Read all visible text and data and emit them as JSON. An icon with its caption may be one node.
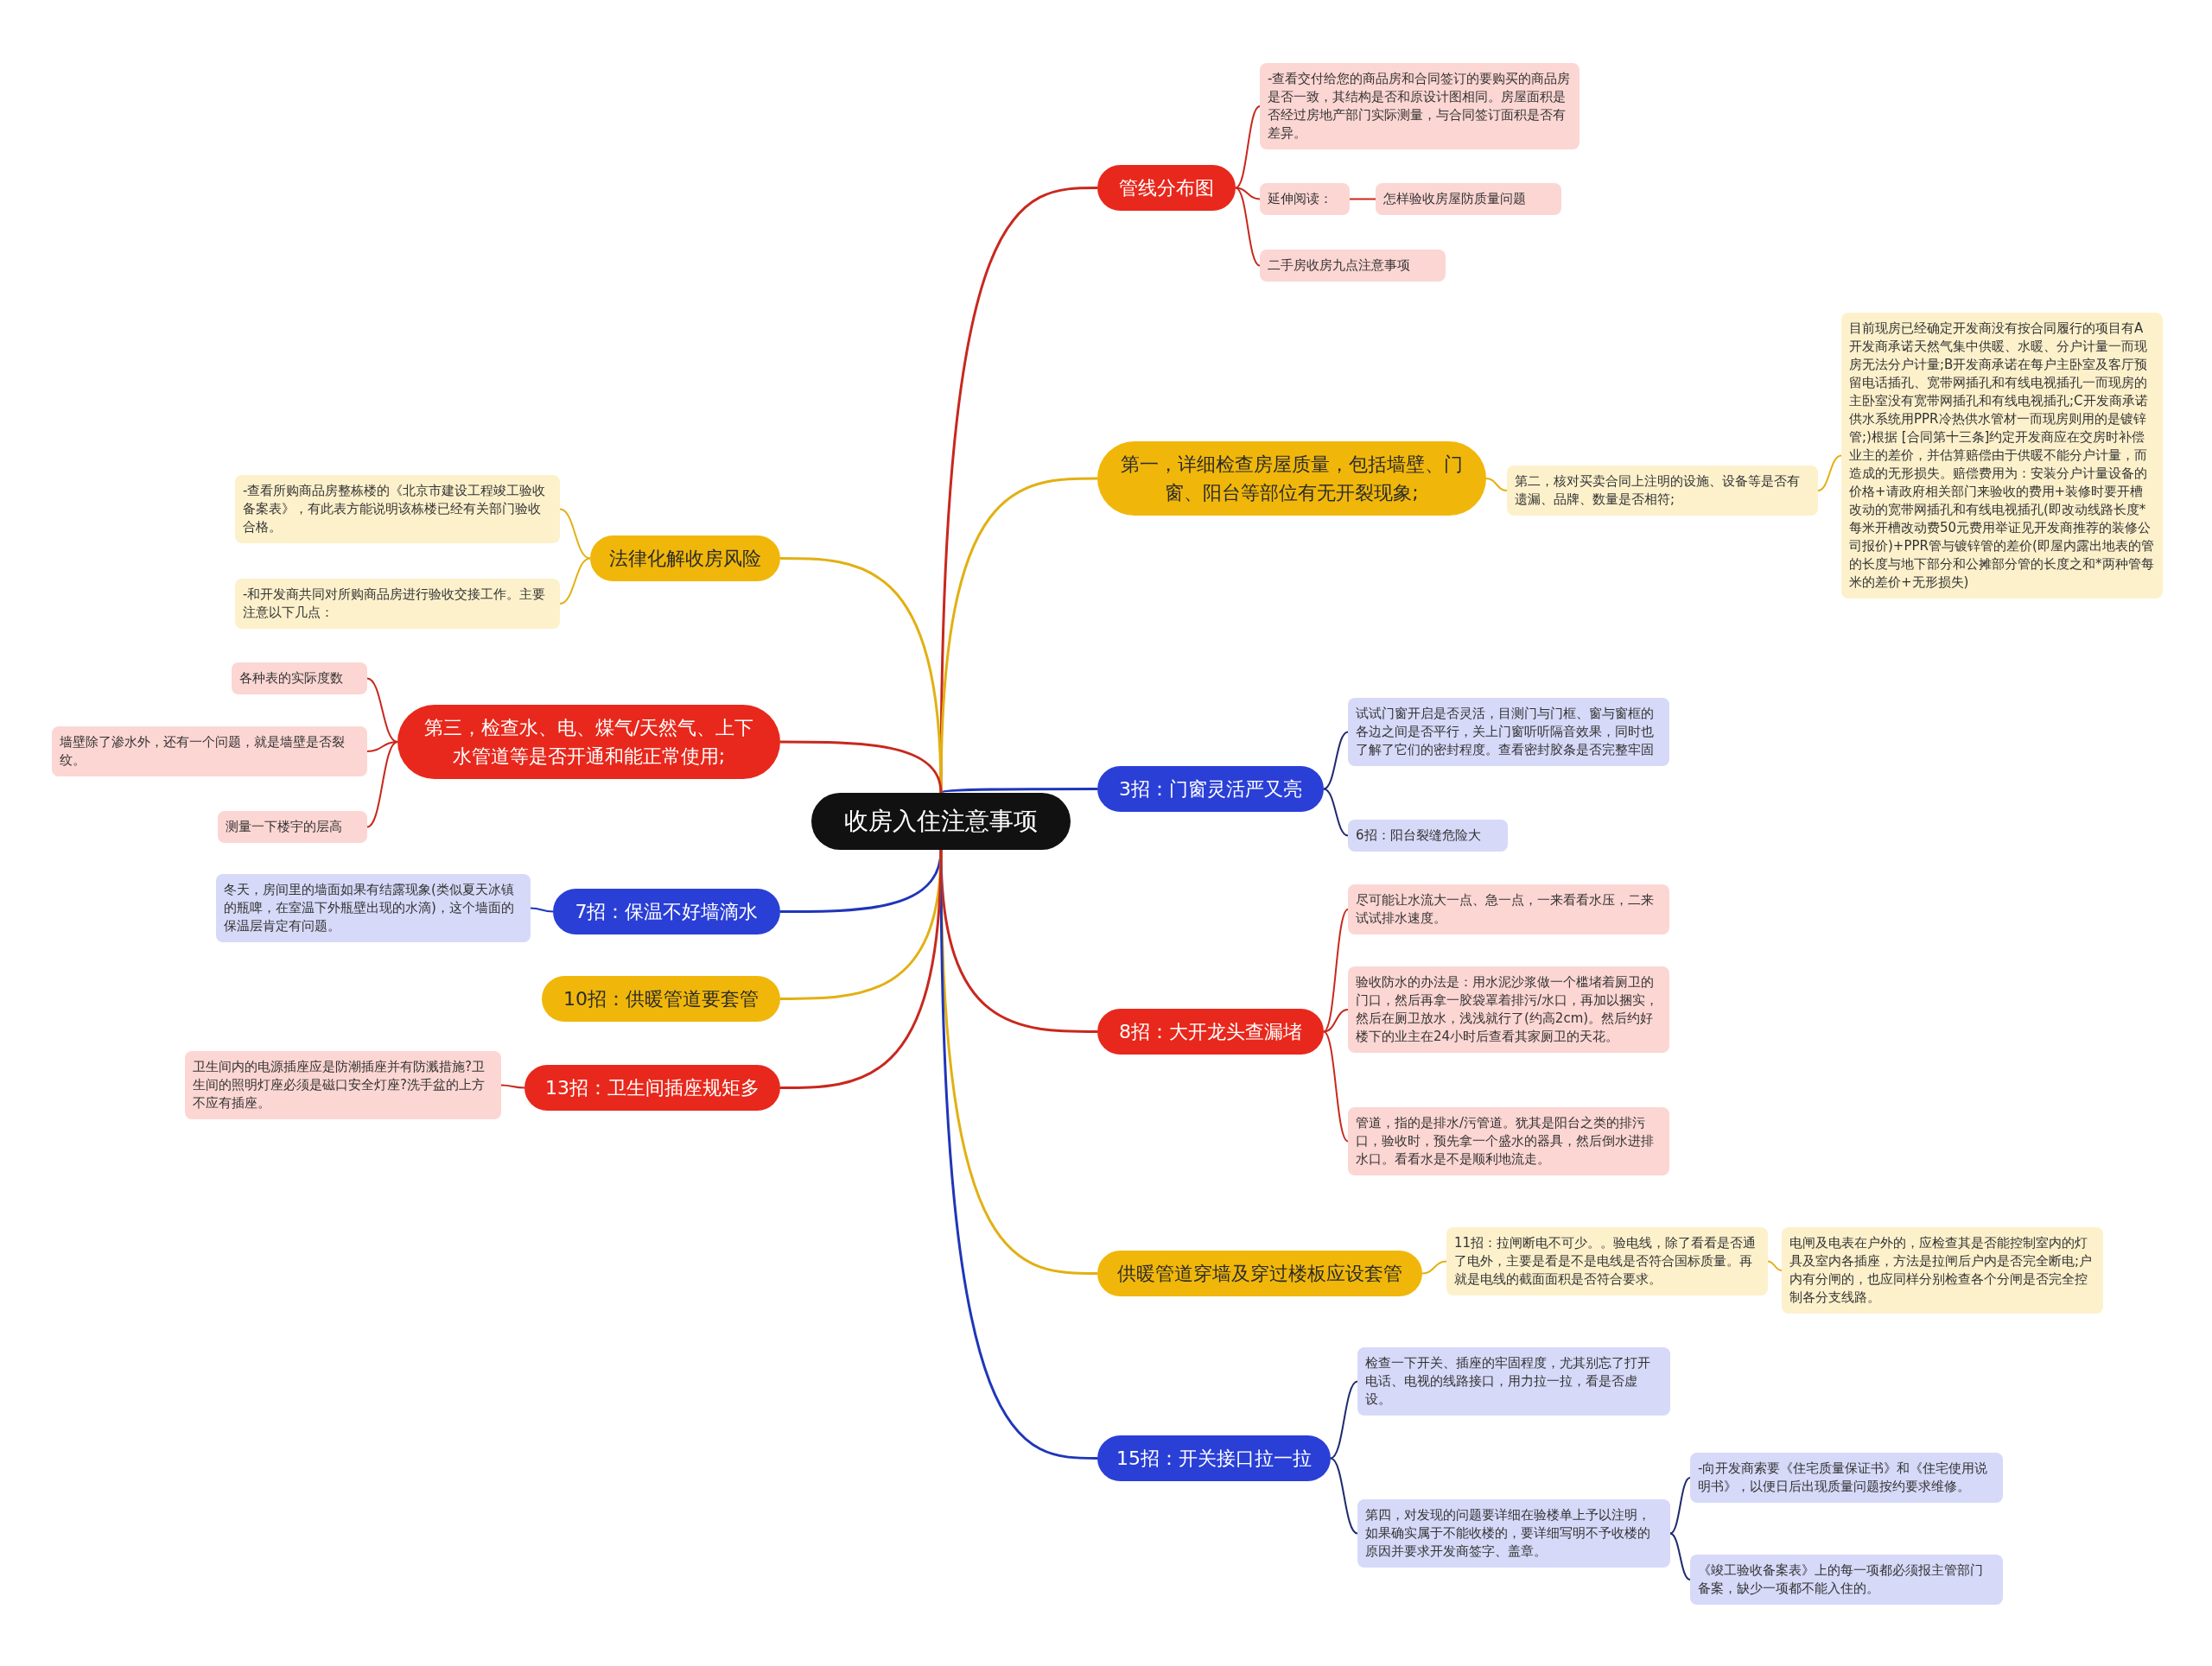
{
  "diagram": {
    "nodes": [
      {
        "text": [
          "收房入住注意事项"
        ]
      },
      {
        "text": [
          "管线分布图"
        ]
      },
      {
        "text": [
          "-查看交付给您的商品房和合同签订的要购买的商品房是否一致，其结构是否和原设计图相同。房屋面积是否经过房地产部门实际测量，与合同签订面积是否有差异。"
        ]
      },
      {
        "text": [
          "延伸阅读："
        ]
      },
      {
        "text": [
          "怎样验收房屋防质量问题"
        ]
      },
      {
        "text": [
          "二手房收房九点注意事项"
        ]
      },
      {
        "text": [
          "第一，详细检查房屋质量，包括墙壁、门窗、阳台等部位有无开裂现象;"
        ]
      },
      {
        "text": [
          "第二，核对买卖合同上注明的设施、设备等是否有遗漏、品牌、数量是否相符;"
        ]
      },
      {
        "text": [
          "目前现房已经确定开发商没有按合同履行的项目有A开发商承诺天然气集中供暖、水暖、分户计量一而现房无法分户计量;B开发商承诺在每户主卧室及客厅预留电话插孔、宽带网插孔和有线电视插孔一而现房的主卧室没有宽带网插孔和有线电视插孔;C开发商承诺供水系统用PPR冷热供水管材一而现房则用的是镀锌管;)根据 [合同第十三条]约定开发商应在交房时补偿业主的差价，并估算赔偿由于供暖不能分户计量，而造成的无形损失。赔偿费用为：安装分户计量设备的价格+请政府相关部门来验收的费用+装修时要开槽改动的宽带网插孔和有线电视插孔(即改动线路长度*每米开槽改动费50元费用举证见开发商推荐的装修公司报价)+PPR管与镀锌管的差价(即屋内露出地表的管的长度与地下部分和公摊部分管的长度之和*两种管每米的差价+无形损失)"
        ]
      },
      {
        "text": [
          "3招：门窗灵活严又亮"
        ]
      },
      {
        "text": [
          "试试门窗开启是否灵活，目测门与门框、窗与窗框的各边之间是否平行，关上门窗听听隔音效果，同时也了解了它们的密封程度。查看密封胶条是否完整牢固"
        ]
      },
      {
        "text": [
          "6招：阳台裂缝危险大"
        ]
      },
      {
        "text": [
          "8招：大开龙头查漏堵"
        ]
      },
      {
        "text": [
          "尽可能让水流大一点、急一点，一来看看水压，二来试试排水速度。"
        ]
      },
      {
        "text": [
          "验收防水的办法是：用水泥沙浆做一个槛堵着厕卫的门口，然后再拿一胶袋罩着排污/水口，再加以捆实，然后在厕卫放水，浅浅就行了(约高2cm)。然后约好楼下的业主在24小时后查看其家厕卫的天花。"
        ]
      },
      {
        "text": [
          "管道，指的是排水/污管道。犹其是阳台之类的排污口，验收时，预先拿一个盛水的器具，然后倒水进排水口。看看水是不是顺利地流走。"
        ]
      },
      {
        "text": [
          "供暖管道穿墙及穿过楼板应设套管"
        ]
      },
      {
        "text": [
          "11招：拉闸断电不可少。。验电线，除了看看是否通了电外，主要是看是不是电线是否符合国标质量。再就是电线的截面面积是否符合要求。"
        ]
      },
      {
        "text": [
          "电闸及电表在户外的，应检查其是否能控制室内的灯具及室内各插座，方法是拉闸后户内是否完全断电;户内有分闸的，也应同样分别检查各个分闸是否完全控制各分支线路。"
        ]
      },
      {
        "text": [
          "15招：开关接口拉一拉"
        ]
      },
      {
        "text": [
          "检查一下开关、插座的牢固程度，尤其别忘了打开电话、电视的线路接口，用力拉一拉，看是否虚设。"
        ]
      },
      {
        "text": [
          "第四，对发现的问题要详细在验楼单上予以注明，如果确实属于不能收楼的，要详细写明不予收楼的原因并要求开发商签字、盖章。"
        ]
      },
      {
        "text": [
          "-向开发商索要《住宅质量保证书》和《住宅使用说明书》，以便日后出现质量问题按约要求维修。"
        ]
      },
      {
        "text": [
          "《竣工验收备案表》上的每一项都必须报主管部门备案，缺少一项都不能入住的。"
        ]
      },
      {
        "text": [
          "法律化解收房风险"
        ]
      },
      {
        "text": [
          "-查看所购商品房整栋楼的《北京市建设工程竣工验收备案表》，有此表方能说明该栋楼已经有关部门验收合格。"
        ]
      },
      {
        "text": [
          "-和开发商共同对所购商品房进行验收交接工作。主要注意以下几点："
        ]
      },
      {
        "text": [
          "第三，检查水、电、煤气/天然气、上下水管道等是否开通和能正常使用;"
        ]
      },
      {
        "text": [
          "各种表的实际度数"
        ]
      },
      {
        "text": [
          "墙壁除了渗水外，还有一个问题，就是墙壁是否裂纹。"
        ]
      },
      {
        "text": [
          "测量一下楼宇的层高"
        ]
      },
      {
        "text": [
          "7招：保温不好墙滴水"
        ]
      },
      {
        "text": [
          "冬天，房间里的墙面如果有结露现象(类似夏天冰镇的瓶啤，在室温下外瓶壁出现的水滴)，这个墙面的保温层肯定有问题。"
        ]
      },
      {
        "text": [
          "10招：供暖管道要套管"
        ]
      },
      {
        "text": [
          "13招：卫生间插座规矩多"
        ]
      },
      {
        "text": [
          "卫生间内的电源插座应是防潮插座并有防溅措施?卫生间的照明灯座必须是磁口安全灯座?洗手盆的上方不应有插座。"
        ]
      }
    ],
    "edges": [
      {
        "from": 0,
        "to": 1,
        "arrow": "none",
        "color": "#c8281e"
      },
      {
        "from": 1,
        "to": 2,
        "arrow": "none",
        "color": "#c8281e"
      },
      {
        "from": 1,
        "to": 3,
        "arrow": "none",
        "color": "#c8281e"
      },
      {
        "from": 3,
        "to": 4,
        "arrow": "none",
        "color": "#c8281e"
      },
      {
        "from": 1,
        "to": 5,
        "arrow": "none",
        "color": "#c8281e"
      },
      {
        "from": 0,
        "to": 6,
        "arrow": "none",
        "color": "#e2b012"
      },
      {
        "from": 6,
        "to": 7,
        "arrow": "none",
        "color": "#e2b012"
      },
      {
        "from": 7,
        "to": 8,
        "arrow": "none",
        "color": "#e2b012"
      },
      {
        "from": 0,
        "to": 9,
        "arrow": "none",
        "color": "#1f36b8"
      },
      {
        "from": 9,
        "to": 10,
        "arrow": "none",
        "color": "#1e2a6e"
      },
      {
        "from": 9,
        "to": 11,
        "arrow": "none",
        "color": "#1e2a6e"
      },
      {
        "from": 0,
        "to": 12,
        "arrow": "none",
        "color": "#c8281e"
      },
      {
        "from": 12,
        "to": 13,
        "arrow": "none",
        "color": "#c8281e"
      },
      {
        "from": 12,
        "to": 14,
        "arrow": "none",
        "color": "#c8281e"
      },
      {
        "from": 12,
        "to": 15,
        "arrow": "none",
        "color": "#c8281e"
      },
      {
        "from": 0,
        "to": 16,
        "arrow": "none",
        "color": "#e2b012"
      },
      {
        "from": 16,
        "to": 17,
        "arrow": "none",
        "color": "#e2b012"
      },
      {
        "from": 17,
        "to": 18,
        "arrow": "none",
        "color": "#e2b012"
      },
      {
        "from": 0,
        "to": 19,
        "arrow": "none",
        "color": "#1f36b8"
      },
      {
        "from": 19,
        "to": 20,
        "arrow": "none",
        "color": "#1e2a6e"
      },
      {
        "from": 19,
        "to": 21,
        "arrow": "none",
        "color": "#1e2a6e"
      },
      {
        "from": 21,
        "to": 22,
        "arrow": "none",
        "color": "#1e2a6e"
      },
      {
        "from": 21,
        "to": 23,
        "arrow": "none",
        "color": "#1e2a6e"
      },
      {
        "from": 0,
        "to": 24,
        "arrow": "none",
        "color": "#e2b012"
      },
      {
        "from": 24,
        "to": 25,
        "arrow": "none",
        "color": "#e2b012"
      },
      {
        "from": 24,
        "to": 26,
        "arrow": "none",
        "color": "#e2b012"
      },
      {
        "from": 0,
        "to": 27,
        "arrow": "none",
        "color": "#c8281e"
      },
      {
        "from": 27,
        "to": 28,
        "arrow": "none",
        "color": "#c8281e"
      },
      {
        "from": 27,
        "to": 29,
        "arrow": "none",
        "color": "#c8281e"
      },
      {
        "from": 27,
        "to": 30,
        "arrow": "none",
        "color": "#c8281e"
      },
      {
        "from": 0,
        "to": 31,
        "arrow": "none",
        "color": "#1f36b8"
      },
      {
        "from": 31,
        "to": 32,
        "arrow": "none",
        "color": "#1f36b8"
      },
      {
        "from": 0,
        "to": 33,
        "arrow": "none",
        "color": "#e2b012"
      },
      {
        "from": 0,
        "to": 34,
        "arrow": "none",
        "color": "#c8281e"
      },
      {
        "from": 34,
        "to": 35,
        "arrow": "none",
        "color": "#c8281e"
      }
    ]
  }
}
